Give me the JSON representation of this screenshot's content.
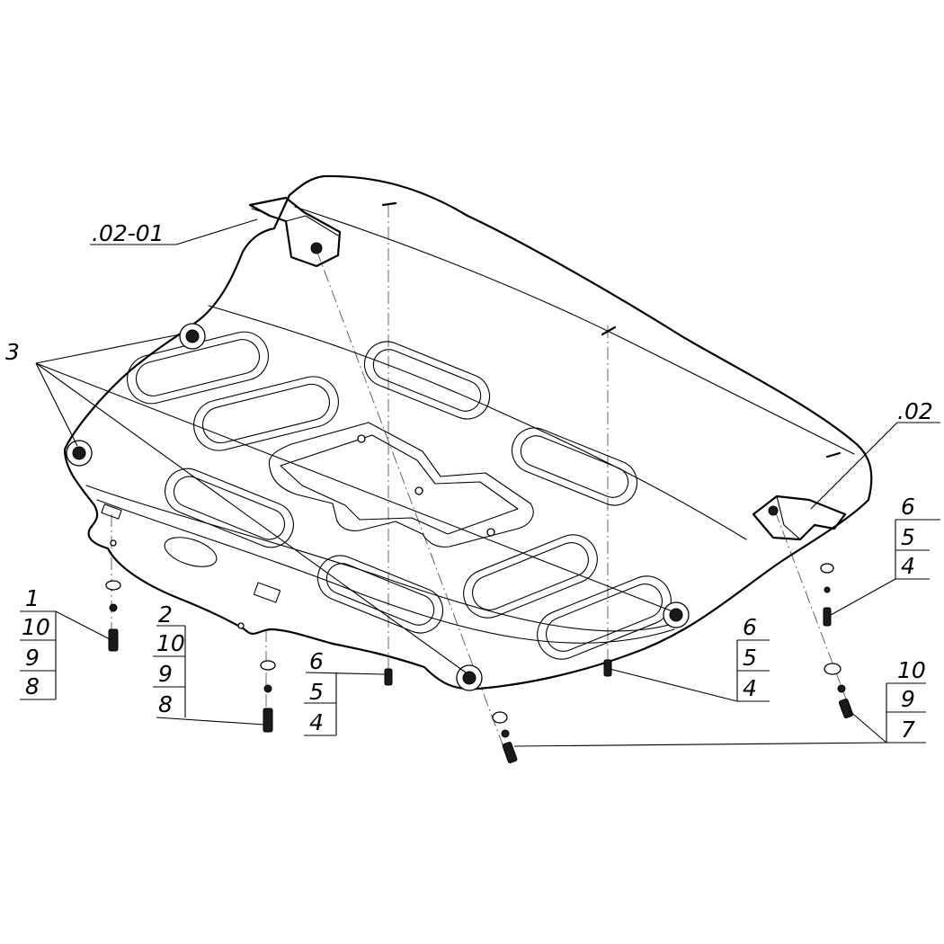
{
  "callouts": {
    "sub_02_01": ".02-01",
    "sub_02": ".02",
    "part_3": "3",
    "stack_left": [
      "1",
      "10",
      "9",
      "8"
    ],
    "stack_left2": [
      "2",
      "10",
      "9",
      "8"
    ],
    "stack_center": [
      "6",
      "5",
      "4"
    ],
    "stack_center_right": [
      "6",
      "5",
      "4"
    ],
    "stack_right_top": [
      "6",
      "5",
      "4"
    ],
    "stack_right_bottom": [
      "10",
      "9",
      "7"
    ]
  }
}
